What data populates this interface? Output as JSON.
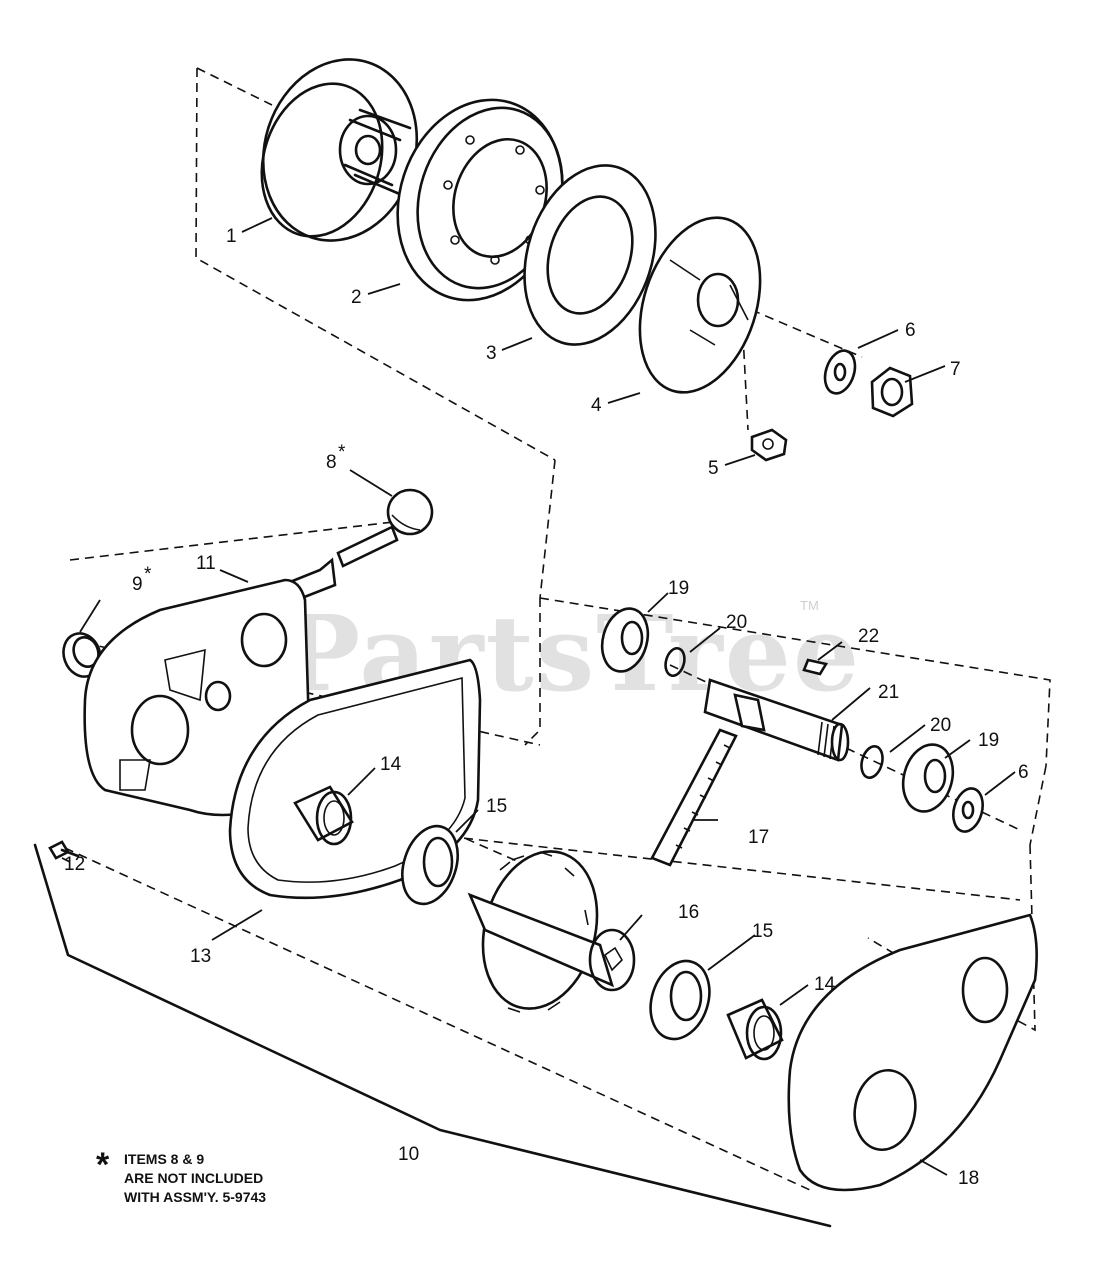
{
  "watermark": {
    "text": "PartsTree",
    "trademark": "TM"
  },
  "callouts": {
    "c1": "1",
    "c2": "2",
    "c3": "3",
    "c4": "4",
    "c5": "5",
    "c6a": "6",
    "c7": "7",
    "c8": "8",
    "c8s": "*",
    "c9": "9",
    "c9s": "*",
    "c10": "10",
    "c11": "11",
    "c12": "12",
    "c13": "13",
    "c14a": "14",
    "c14b": "14",
    "c15a": "15",
    "c15b": "15",
    "c16": "16",
    "c17": "17",
    "c18": "18",
    "c19a": "19",
    "c19b": "19",
    "c20a": "20",
    "c20b": "20",
    "c21": "21",
    "c22": "22",
    "c6b": "6"
  },
  "note": {
    "symbol": "*",
    "line1": "ITEMS 8 & 9",
    "line2": "ARE NOT INCLUDED",
    "line3": "WITH ASSM'Y. 5-9743"
  }
}
